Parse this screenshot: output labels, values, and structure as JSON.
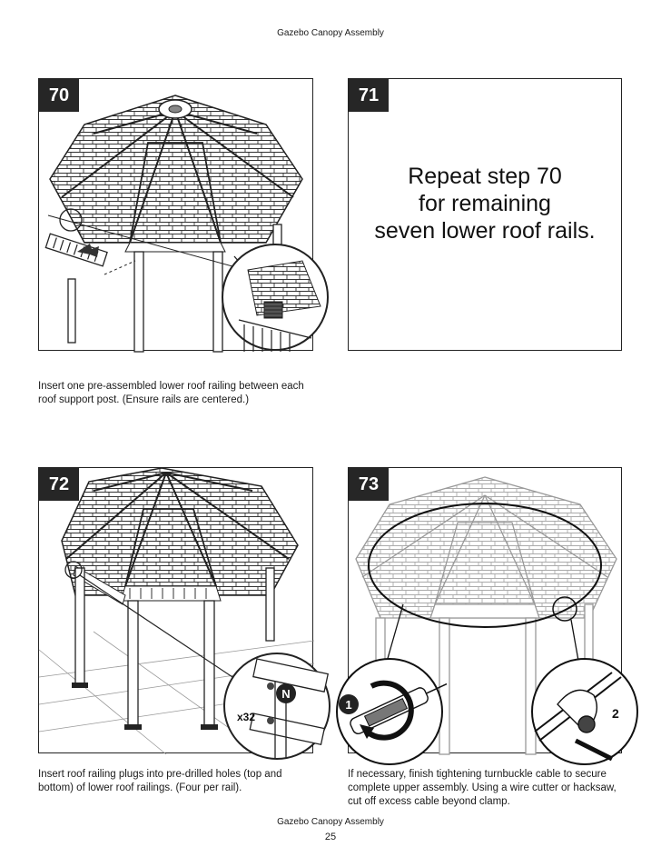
{
  "header": {
    "title": "Gazebo Canopy Assembly"
  },
  "steps": [
    {
      "number": "70",
      "caption": "Insert one pre-assembled lower roof railing between each roof support post. (Ensure rails are centered.)"
    },
    {
      "number": "71",
      "note_lines": [
        "Repeat step 70",
        "for remaining",
        "seven lower roof rails."
      ]
    },
    {
      "number": "72",
      "caption": "Insert roof railing plugs into pre-drilled holes (top and bottom) of lower roof railings. (Four per rail).",
      "part_letter": "N",
      "part_qty": "x32"
    },
    {
      "number": "73",
      "caption": "If necessary, finish tightening turnbuckle cable to secure complete upper assembly. Using a wire cutter or hacksaw, cut off excess cable beyond clamp.",
      "callout_1": "1",
      "callout_2": "2"
    }
  ],
  "footer": {
    "title": "Gazebo Canopy Assembly",
    "page": "25"
  }
}
